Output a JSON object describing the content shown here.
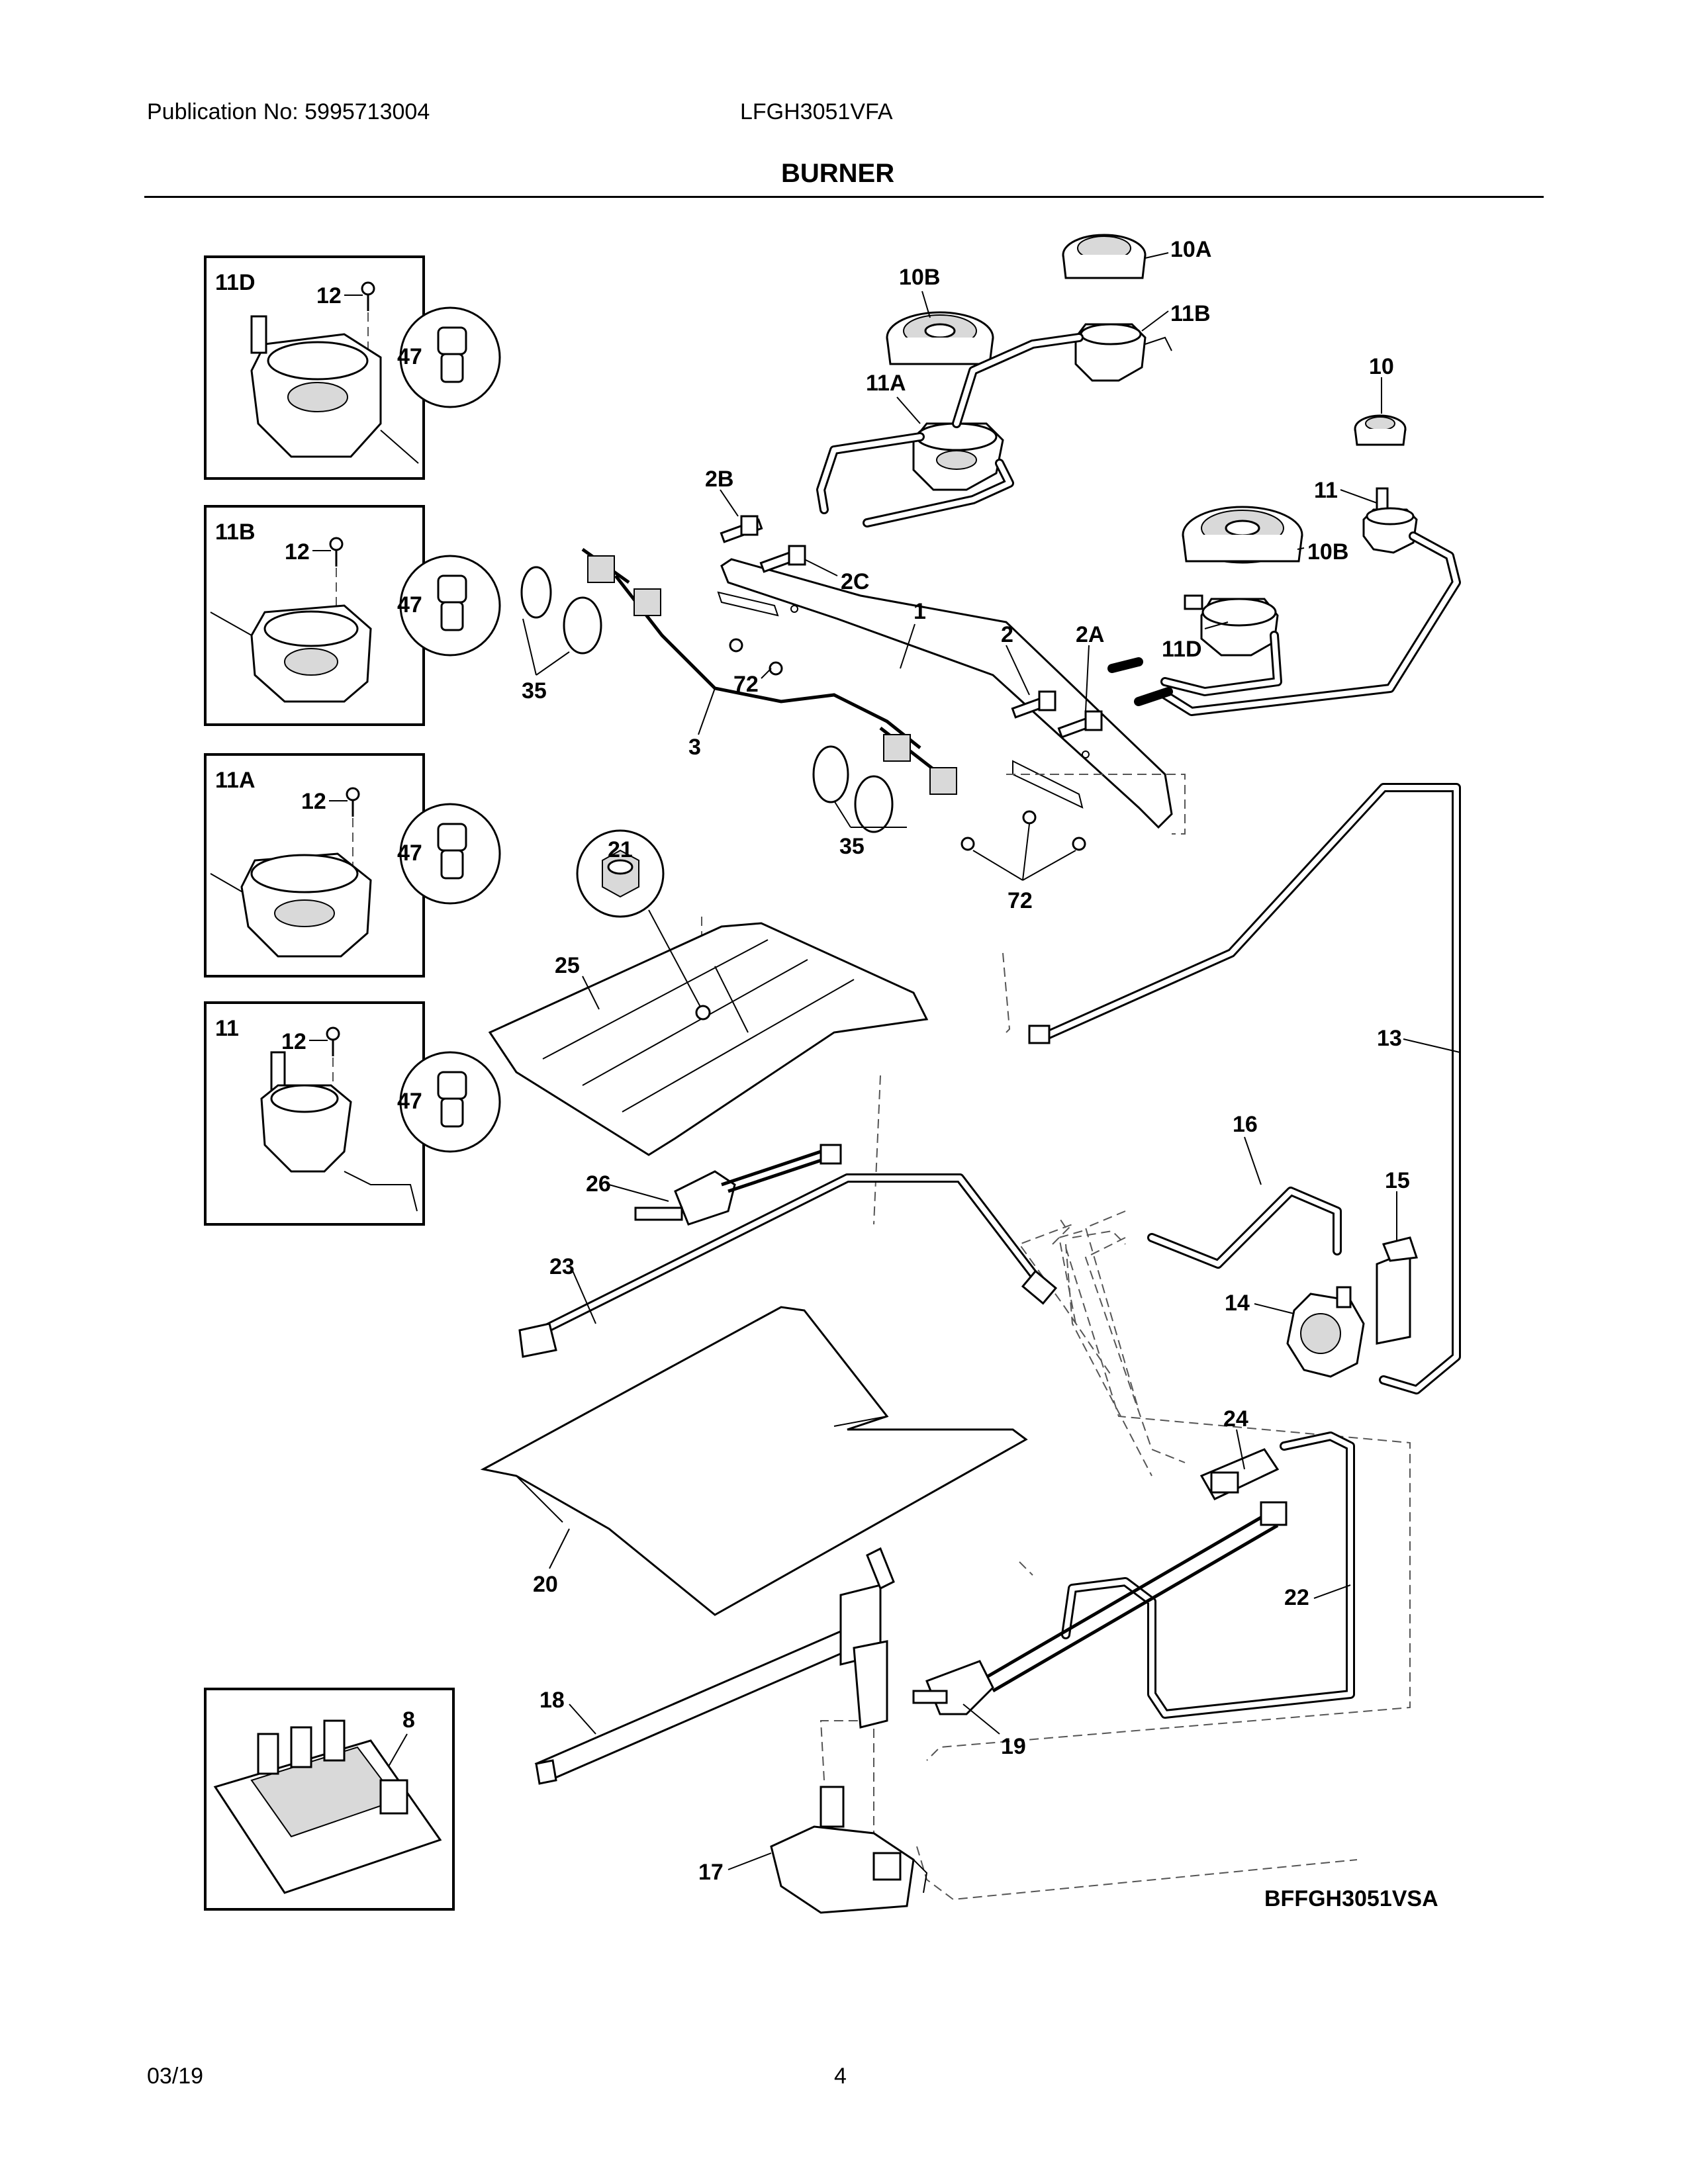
{
  "header": {
    "publication": "Publication No: 5995713004",
    "model": "LFGH3051VFA",
    "title": "BURNER"
  },
  "footer": {
    "date": "03/19",
    "page": "4"
  },
  "diagram_code": "BFFGH3051VSA",
  "inset_labels": {
    "box1": {
      "id": "11D",
      "screw": "12",
      "knob": "47"
    },
    "box2": {
      "id": "11B",
      "screw": "12",
      "knob": "47"
    },
    "box3": {
      "id": "11A",
      "screw": "12",
      "knob": "47"
    },
    "box4": {
      "id": "11",
      "screw": "12",
      "knob": "47"
    },
    "box5": {
      "id": "8"
    }
  },
  "callouts": {
    "c10A": "10A",
    "c10B_top": "10B",
    "c11B": "11B",
    "c11A": "11A",
    "c10": "10",
    "c2B": "2B",
    "c2C": "2C",
    "c11": "11",
    "c10B_right": "10B",
    "c1": "1",
    "c2": "2",
    "c2A": "2A",
    "c11D": "11D",
    "c35_left": "35",
    "c72_top": "72",
    "c3": "3",
    "c35_bottom": "35",
    "c72_bottom": "72",
    "c21": "21",
    "c25": "25",
    "c13": "13",
    "c16": "16",
    "c15": "15",
    "c26": "26",
    "c23": "23",
    "c14": "14",
    "c24": "24",
    "c20": "20",
    "c22": "22",
    "c18": "18",
    "c19": "19",
    "c17": "17"
  }
}
